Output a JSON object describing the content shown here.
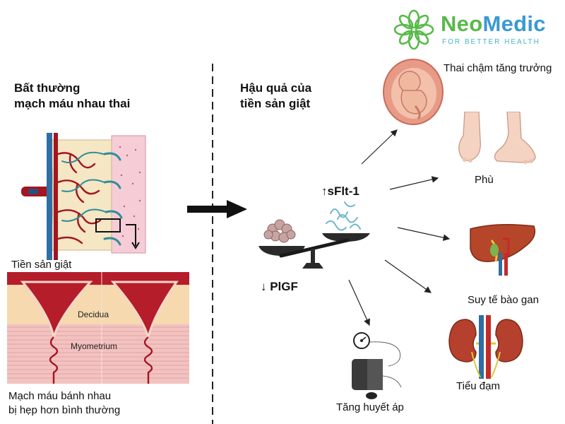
{
  "logo": {
    "name_part1": "Neo",
    "name_part2": "Medic",
    "tagline": "FOR BETTER HEALTH",
    "color_primary": "#3a9ad1",
    "color_accent": "#59b94a"
  },
  "left": {
    "heading_line1": "Bất thường",
    "heading_line2": "mạch máu nhau thai",
    "preeclampsia_label": "Tiền sản giật",
    "decidua_label": "Decidua",
    "myometrium_label": "Myometrium",
    "caption_line1": "Mạch máu bánh nhau",
    "caption_line2": "bị hẹp hơn bình thường"
  },
  "right": {
    "heading_line1": "Hậu quả của",
    "heading_line2": "tiền sản giật",
    "sflt_label": "↑sFlt-1",
    "plgf_label": "↓ PlGF",
    "consequences": {
      "growth": "Thai chậm tăng trưởng",
      "edema": "Phù",
      "liver": "Suy tế bào gan",
      "hypertension": "Tăng huyết áp",
      "proteinuria": "Tiểu đạm"
    }
  },
  "colors": {
    "vessel_red": "#a3151f",
    "tissue_pink": "#f2c3c0",
    "decidua_beige": "#f6d9ae",
    "placenta_cream": "#f5e6c4",
    "artery_teal": "#2f8c9a"
  }
}
